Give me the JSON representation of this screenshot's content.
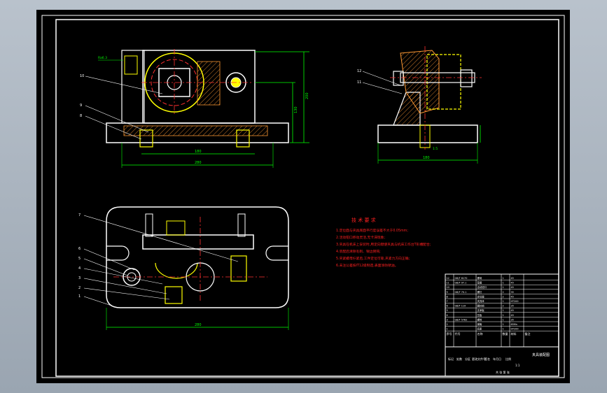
{
  "tech_requirements": {
    "title": "技 术 要 求",
    "items": [
      "1.定位面与夹具底面平行度误差不大于0.05mm;",
      "2.活动钳口移动灵活,无卡滞现象;",
      "3.夹具在机床上安装时,用定向键使夹具与机床工作台T形槽配合;",
      "4.装配后清除毛刺、锐边倒钝;",
      "5.夹紧螺母拧紧后,工件定位可靠,夹紧力方向正确;",
      "6.未注公差按IT12级制造,表面涂防锈油。"
    ]
  },
  "dimensions": {
    "front_height": "200",
    "front_height_inner": "130",
    "front_width_inner": "180",
    "front_width_total": "280",
    "side_width": "180",
    "side_dim_small": "1:5",
    "plan_width": "280",
    "leader_tag": "Ra6.3"
  },
  "balloons": {
    "front": [
      "10",
      "9",
      "8"
    ],
    "side": [
      "12",
      "11"
    ],
    "plan": [
      "7",
      "6",
      "5",
      "4",
      "3",
      "2",
      "1"
    ]
  },
  "title_block": {
    "drawing_title": "夹具装配图",
    "col_headers": [
      "序号",
      "代号",
      "名称",
      "数量",
      "材料",
      "备注"
    ],
    "rows": [
      [
        "12",
        "GB/T 6170",
        "螺母",
        "1",
        "45",
        ""
      ],
      [
        "11",
        "GB/T 97.1",
        "垫圈",
        "1",
        "45",
        ""
      ],
      [
        "10",
        "",
        "活动钳口",
        "1",
        "45",
        ""
      ],
      [
        "9",
        "GB/T 70.1",
        "螺钉",
        "2",
        "35",
        ""
      ],
      [
        "8",
        "",
        "定位键",
        "2",
        "45",
        ""
      ],
      [
        "7",
        "",
        "夹具体",
        "1",
        "HT200",
        ""
      ],
      [
        "6",
        "GB/T 119",
        "圆柱销",
        "2",
        "35",
        ""
      ],
      [
        "5",
        "",
        "支承板",
        "1",
        "45",
        ""
      ],
      [
        "4",
        "",
        "压板",
        "1",
        "45",
        ""
      ],
      [
        "3",
        "GB/T 5782",
        "螺栓",
        "1",
        "35",
        ""
      ],
      [
        "2",
        "",
        "弹簧",
        "1",
        "65Mn",
        ""
      ],
      [
        "1",
        "",
        "底座",
        "1",
        "HT200",
        ""
      ]
    ],
    "sign_labels": [
      "标记",
      "处数",
      "分区",
      "更改文件号",
      "签名",
      "年月日"
    ],
    "scale_label": "比例",
    "scale_value": "1:1",
    "sheet_label": "共 张 第 张"
  },
  "colors": {
    "background": "#000000",
    "outline": "#ffffff",
    "dimension": "#00ff00",
    "text_red": "#ff2020",
    "center": "#ff3030",
    "hatch": "#ff9933",
    "parts_yellow": "#ffff00",
    "cyan": "#00e0ff",
    "magenta": "#ff40ff",
    "frame_bg": "linear gray"
  }
}
